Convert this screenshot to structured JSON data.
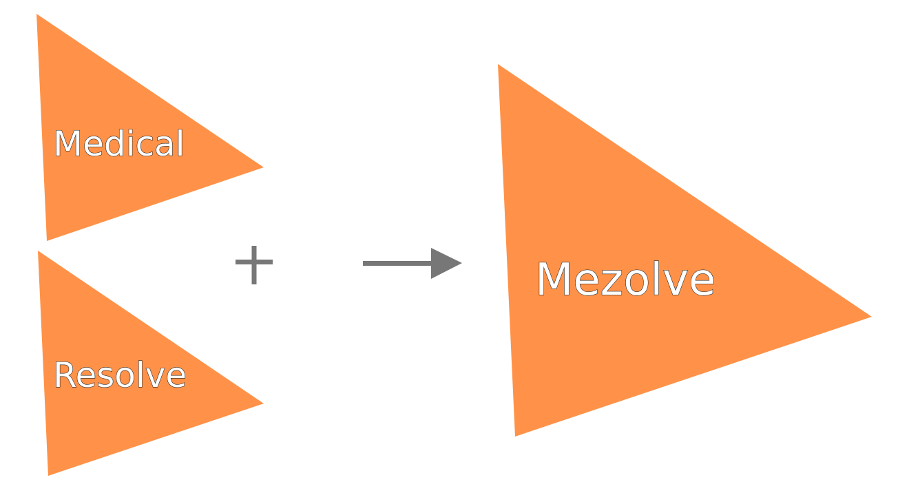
{
  "colors": {
    "triangle_fill": "#ff9248",
    "operator": "#777777",
    "label_text": "#ffffff",
    "background": "#ffffff"
  },
  "inputs": [
    {
      "label": "Medical"
    },
    {
      "label": "Resolve"
    }
  ],
  "operator": "+",
  "result": {
    "label": "Mezolve"
  }
}
